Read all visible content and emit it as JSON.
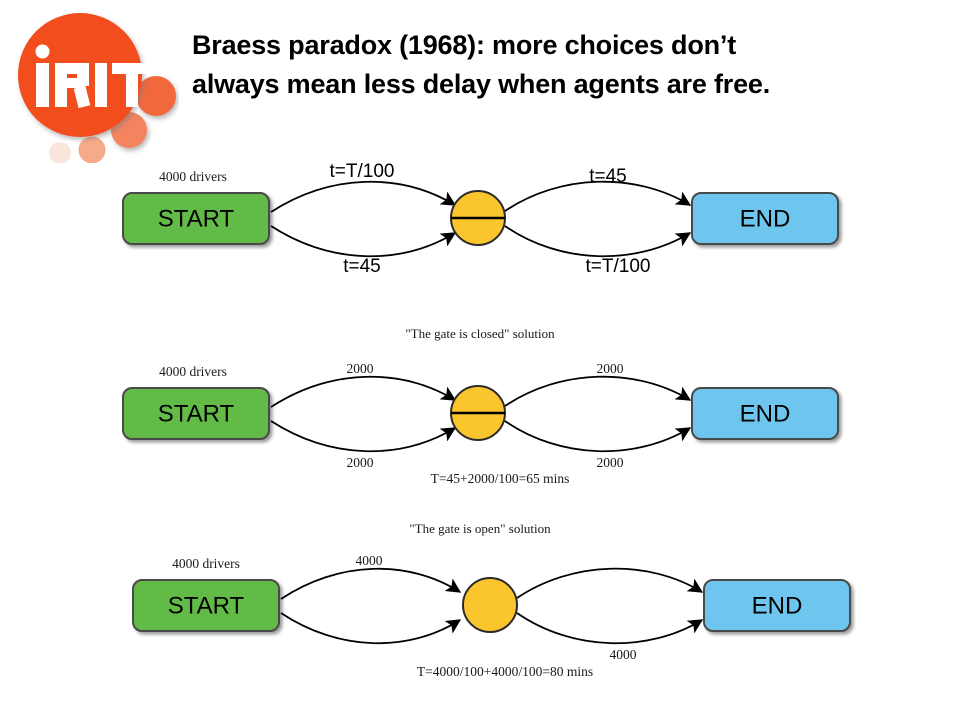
{
  "logo": {
    "name": "irit-logo",
    "text": "iRIT",
    "primary_color": "#F24E1E",
    "bubble_colors": [
      "#F2683E",
      "#F4845F",
      "#F7AA8A",
      "#FAD4C4",
      "#FBE6DD"
    ]
  },
  "title": {
    "line1": "Braess paradox (1968): more choices don’t",
    "line2": "always mean less delay when agents are free."
  },
  "diagrams": [
    {
      "id": "diagram-general",
      "caption": "",
      "start_label": "START",
      "end_label": "END",
      "drivers_label": "4000 drivers",
      "gate_closed": true,
      "edges": {
        "top_left": "t=T/100",
        "bottom_left": "t=45",
        "top_right": "t=45",
        "bottom_right": "t=T/100"
      },
      "formula": ""
    },
    {
      "id": "diagram-gate-closed",
      "caption": "\"The gate is closed\" solution",
      "start_label": "START",
      "end_label": "END",
      "drivers_label": "4000 drivers",
      "gate_closed": true,
      "edges": {
        "top_left": "2000",
        "bottom_left": "2000",
        "top_right": "2000",
        "bottom_right": "2000"
      },
      "formula": "T=45+2000/100=65 mins"
    },
    {
      "id": "diagram-gate-open",
      "caption": "\"The gate is open\" solution",
      "start_label": "START",
      "end_label": "END",
      "drivers_label": "4000 drivers",
      "gate_closed": false,
      "edges": {
        "top_left": "4000",
        "bottom_left": "",
        "top_right": "",
        "bottom_right": "4000"
      },
      "formula": "T=4000/100+4000/100=80 mins"
    }
  ],
  "colors": {
    "start_box": "#62BB46",
    "end_box": "#6EC6EE",
    "gate_node": "#FBC52D",
    "edge_stroke": "#000000",
    "background": "#FFFFFF"
  }
}
